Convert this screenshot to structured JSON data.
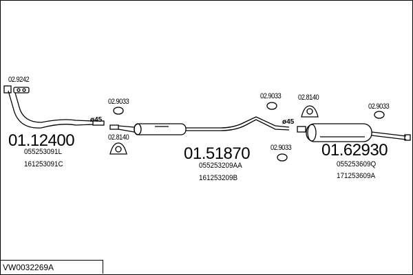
{
  "diagram_id": "VW0032269A",
  "parts": [
    {
      "number": "01.12400",
      "refs": [
        "055253091L",
        "161253091C"
      ]
    },
    {
      "number": "01.51870",
      "refs": [
        "055253209AA",
        "161253209B"
      ]
    },
    {
      "number": "01.62930",
      "refs": [
        "055253609Q",
        "171253609A"
      ]
    }
  ],
  "accessories": {
    "clamp_front": "02.9242",
    "ring_1": "02.9033",
    "bracket_1": "02.8140",
    "ring_2": "02.9033",
    "bracket_2": "02.8140",
    "ring_3": "02.9033",
    "ring_4": "02.9033"
  },
  "diameters": {
    "d1": "ø45",
    "d2": "ø45"
  }
}
